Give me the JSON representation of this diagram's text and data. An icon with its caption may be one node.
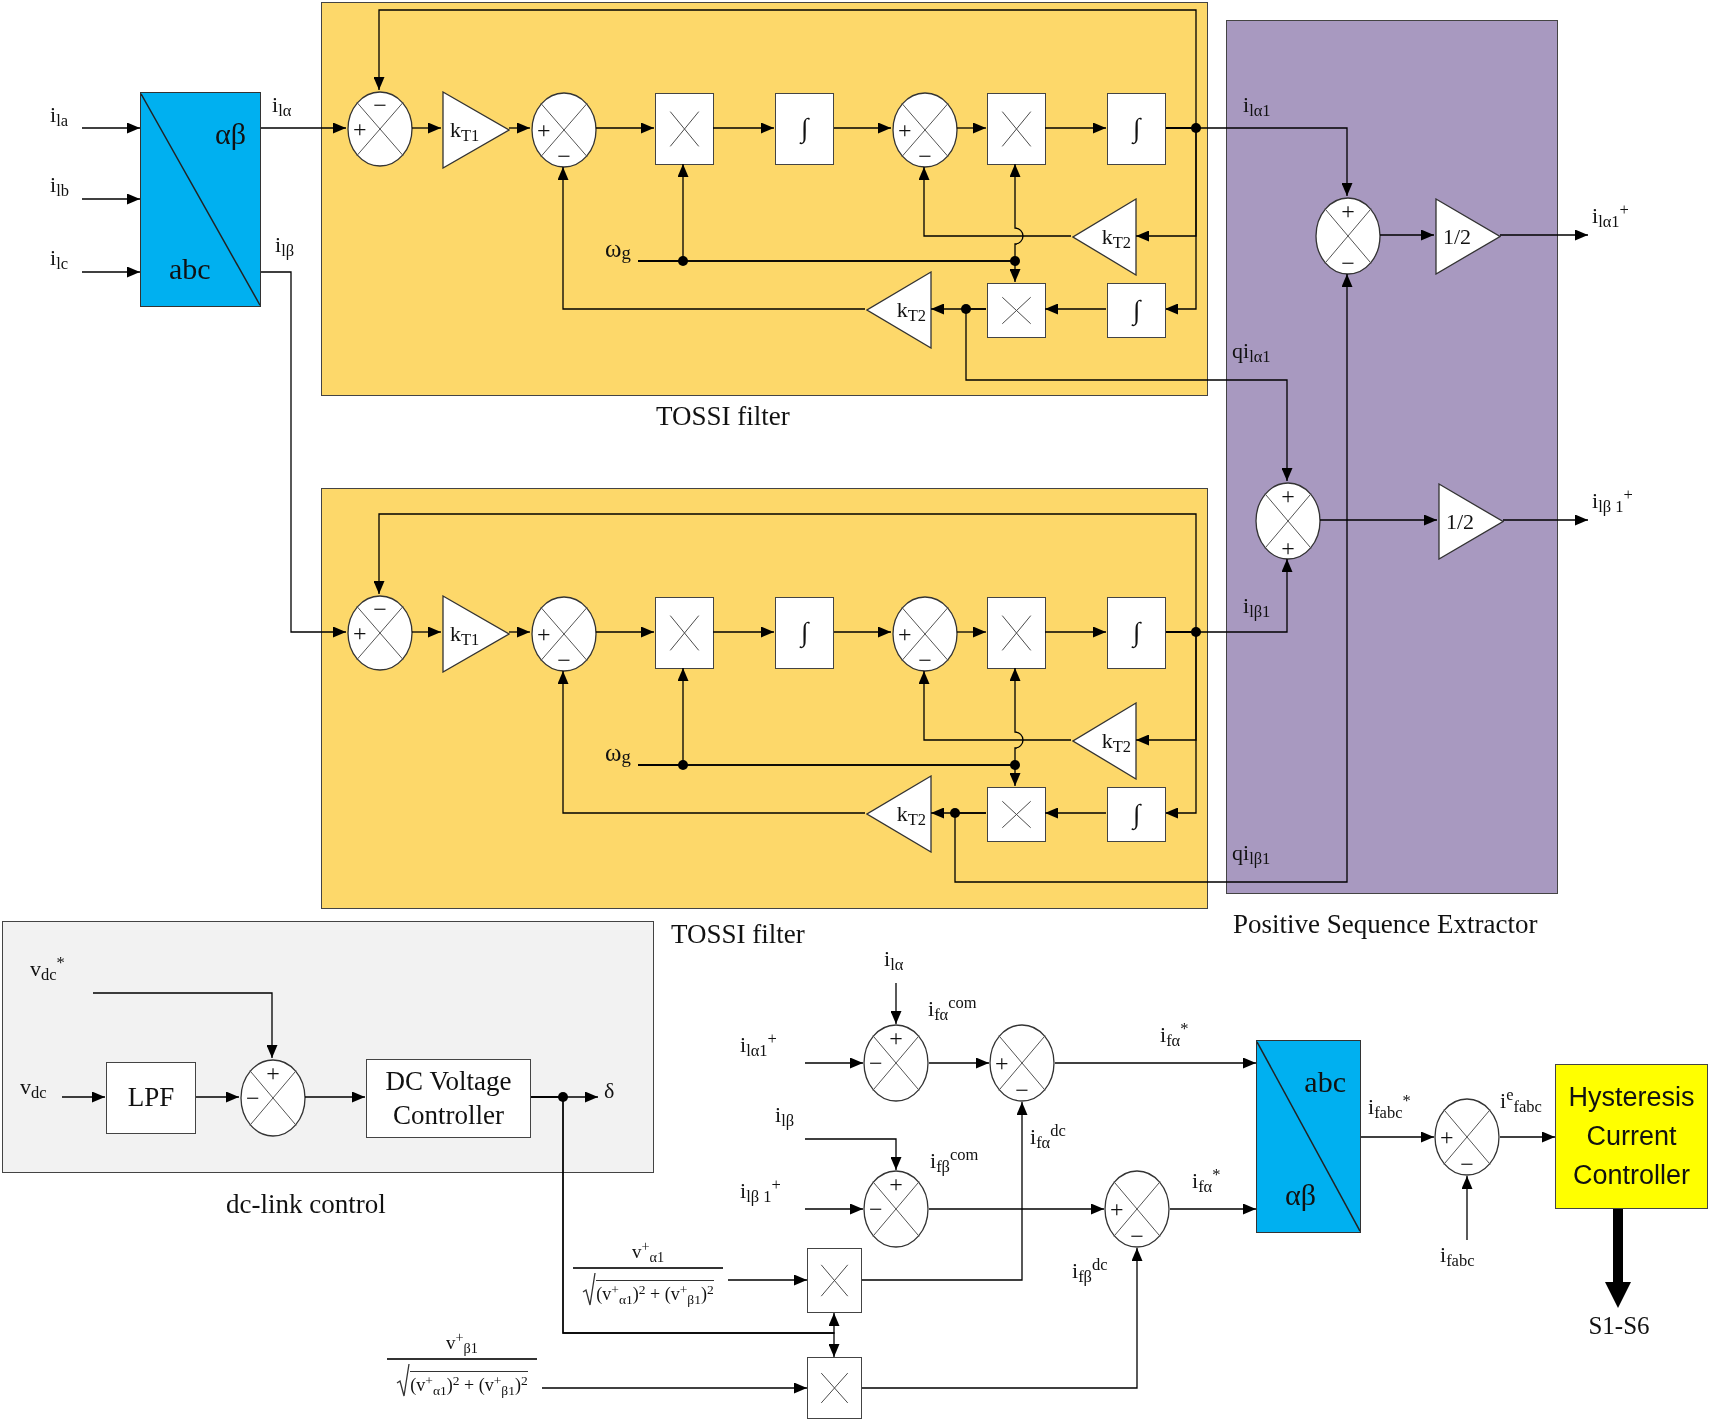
{
  "diagram": {
    "nodes": [
      {
        "text": [
          "αβ",
          "abc"
        ]
      },
      {
        "text": [
          "TOSSI filter"
        ]
      },
      {
        "text": [
          "−",
          "+"
        ],
        "in": 1
      },
      {
        "text": [
          "k$_{T1}$"
        ],
        "in": 1
      },
      {
        "text": [
          "+",
          "−"
        ],
        "in": 1
      },
      {
        "text": [],
        "shape": "box",
        "in": 1
      },
      {
        "text": [
          "∫"
        ],
        "in": 1
      },
      {
        "text": [
          "+",
          "−"
        ],
        "in": 1
      },
      {
        "text": [],
        "shape": "box",
        "in": 1
      },
      {
        "text": [
          "∫"
        ],
        "in": 1
      },
      {
        "text": [
          "ω$_{g}$"
        ],
        "in": 1
      },
      {
        "text": [
          "k$_{T2}$"
        ],
        "in": 1
      },
      {
        "text": [
          "k$_{T2}$"
        ],
        "in": 1
      },
      {
        "text": [],
        "shape": "box",
        "in": 1
      },
      {
        "text": [
          "∫"
        ],
        "in": 1
      },
      {
        "text": [
          "Positive Sequence Extractor"
        ]
      },
      {
        "text": [
          "+",
          "−"
        ],
        "in": 15
      },
      {
        "text": [
          "1/2"
        ],
        "in": 15
      },
      {
        "text": [
          "+",
          "+"
        ],
        "in": 15
      },
      {
        "text": [
          "1/2"
        ],
        "in": 15
      },
      {
        "text": [
          "TOSSI filter"
        ]
      },
      {
        "text": [
          "−",
          "+"
        ],
        "in": 20
      },
      {
        "text": [
          "k$_{T1}$"
        ],
        "in": 20
      },
      {
        "text": [
          "+",
          "−"
        ],
        "in": 20
      },
      {
        "text": [],
        "shape": "box",
        "in": 20
      },
      {
        "text": [
          "∫"
        ],
        "in": 20
      },
      {
        "text": [
          "+",
          "−"
        ],
        "in": 20
      },
      {
        "text": [],
        "shape": "box",
        "in": 20
      },
      {
        "text": [
          "∫"
        ],
        "in": 20
      },
      {
        "text": [
          "ω$_{g}$"
        ],
        "in": 20
      },
      {
        "text": [
          "k$_{T2}$"
        ],
        "in": 20
      },
      {
        "text": [
          "k$_{T2}$"
        ],
        "in": 20
      },
      {
        "text": [],
        "shape": "box",
        "in": 20
      },
      {
        "text": [
          "∫"
        ],
        "in": 20
      },
      {
        "text": [
          "dc-link control"
        ]
      },
      {
        "text": [
          "LPF"
        ],
        "in": 34
      },
      {
        "text": [
          "+",
          "−"
        ],
        "in": 34
      },
      {
        "text": [
          "DC Voltage Controller"
        ],
        "in": 34
      },
      {
        "text": [
          "+",
          "−"
        ]
      },
      {
        "text": [
          "+",
          "−"
        ]
      },
      {
        "text": [
          "+",
          "−"
        ]
      },
      {
        "text": [
          "+",
          "−"
        ]
      },
      {
        "text": [
          "v$^{+}$$_{α1}$",
          "(v$^{+}$$_{α1}$)$^{2}$ + (v$^{+}$$_{β1}$)$^{2}$"
        ]
      },
      {
        "text": [],
        "shape": "box"
      },
      {
        "text": [
          "v$^{+}$$_{β1}$",
          "(v$^{+}$$_{α1}$)$^{2}$ + (v$^{+}$$_{β1}$)$^{2}$"
        ]
      },
      {
        "text": [],
        "shape": "box"
      },
      {
        "text": [
          "abc",
          "αβ"
        ]
      },
      {
        "text": [
          "+",
          "−"
        ]
      },
      {
        "text": [
          "Hysteresis Current Controller"
        ]
      },
      {
        "text": [
          "S1-S6"
        ]
      }
    ],
    "edges": [
      {
        "from": null,
        "to": 0,
        "arrow": "to",
        "label": "i$_{la}$"
      },
      {
        "from": null,
        "to": 0,
        "arrow": "to",
        "label": "i$_{lb}$"
      },
      {
        "from": null,
        "to": 0,
        "arrow": "to",
        "label": "i$_{lc}$"
      },
      {
        "from": 0,
        "to": 2,
        "arrow": "to",
        "label": "i$_{lα}$"
      },
      {
        "from": 0,
        "to": 21,
        "arrow": "to",
        "label": "i$_{lβ}$"
      },
      {
        "from": 2,
        "to": 3,
        "arrow": "to"
      },
      {
        "from": 3,
        "to": 4,
        "arrow": "to"
      },
      {
        "from": 4,
        "to": 5,
        "arrow": "to"
      },
      {
        "from": 5,
        "to": 6,
        "arrow": "to"
      },
      {
        "from": 6,
        "to": 7,
        "arrow": "to"
      },
      {
        "from": 7,
        "to": 8,
        "arrow": "to"
      },
      {
        "from": 8,
        "to": 9,
        "arrow": "to"
      },
      {
        "from": 9,
        "to": 2,
        "arrow": "to"
      },
      {
        "from": 9,
        "to": 11,
        "arrow": "to"
      },
      {
        "from": 9,
        "to": 14,
        "arrow": "to"
      },
      {
        "from": 11,
        "to": 7,
        "arrow": "to"
      },
      {
        "from": 10,
        "to": 5,
        "arrow": "to"
      },
      {
        "from": 10,
        "to": 13,
        "arrow": "to"
      },
      {
        "from": 14,
        "to": 13,
        "arrow": "to"
      },
      {
        "from": 13,
        "to": 12,
        "arrow": "to"
      },
      {
        "from": 12,
        "to": 4,
        "arrow": "to"
      },
      {
        "from": 9,
        "to": 16,
        "arrow": "to",
        "label": "i$_{lα1}$"
      },
      {
        "from": 13,
        "to": 18,
        "arrow": "to",
        "label": "qi$_{lα1}$"
      },
      {
        "from": 21,
        "to": 22,
        "arrow": "to"
      },
      {
        "from": 22,
        "to": 23,
        "arrow": "to"
      },
      {
        "from": 23,
        "to": 24,
        "arrow": "to"
      },
      {
        "from": 24,
        "to": 25,
        "arrow": "to"
      },
      {
        "from": 25,
        "to": 26,
        "arrow": "to"
      },
      {
        "from": 26,
        "to": 27,
        "arrow": "to"
      },
      {
        "from": 27,
        "to": 28,
        "arrow": "to"
      },
      {
        "from": 28,
        "to": 21,
        "arrow": "to"
      },
      {
        "from": 28,
        "to": 30,
        "arrow": "to"
      },
      {
        "from": 28,
        "to": 33,
        "arrow": "to"
      },
      {
        "from": 30,
        "to": 26,
        "arrow": "to"
      },
      {
        "from": 29,
        "to": 24,
        "arrow": "to"
      },
      {
        "from": 29,
        "to": 32,
        "arrow": "to"
      },
      {
        "from": 33,
        "to": 32,
        "arrow": "to"
      },
      {
        "from": 32,
        "to": 31,
        "arrow": "to"
      },
      {
        "from": 31,
        "to": 23,
        "arrow": "to"
      },
      {
        "from": 28,
        "to": 18,
        "arrow": "to",
        "label": "i$_{lβ1}$"
      },
      {
        "from": 32,
        "to": 16,
        "arrow": "to",
        "label": "qi$_{lβ1}$"
      },
      {
        "from": 16,
        "to": 17,
        "arrow": "to"
      },
      {
        "from": 17,
        "to": null,
        "arrow": "to",
        "label": "i$_{lα1}$$^{+}$"
      },
      {
        "from": 18,
        "to": 19,
        "arrow": "to"
      },
      {
        "from": 19,
        "to": null,
        "arrow": "to",
        "label": "i$_{lβ 1}$$^{+}$"
      },
      {
        "from": null,
        "to": 35,
        "arrow": "to",
        "label": "v$_{dc}$"
      },
      {
        "from": null,
        "to": 36,
        "arrow": "to",
        "label": "v$_{dc}$$^{*}$"
      },
      {
        "from": 35,
        "to": 36,
        "arrow": "to"
      },
      {
        "from": 36,
        "to": 37,
        "arrow": "to"
      },
      {
        "from": 37,
        "to": null,
        "arrow": "to",
        "label": "δ"
      },
      {
        "from": 37,
        "to": 43,
        "arrow": "to"
      },
      {
        "from": 37,
        "to": 45,
        "arrow": "to"
      },
      {
        "from": null,
        "to": 38,
        "arrow": "to",
        "label": "i$_{lα}$"
      },
      {
        "from": null,
        "to": 38,
        "arrow": "to",
        "label": "i$_{lα1}$$^{+}$"
      },
      {
        "from": 38,
        "to": 39,
        "arrow": "to",
        "label": "i$_{fα}$$^{com}$"
      },
      {
        "from": 39,
        "to": 46,
        "arrow": "to",
        "label": "i$_{fα}$$^{*}$"
      },
      {
        "from": null,
        "to": 40,
        "arrow": "to",
        "label": "i$_{lβ}$"
      },
      {
        "from": null,
        "to": 40,
        "arrow": "to",
        "label": "i$_{lβ 1}$$^{+}$"
      },
      {
        "from": 40,
        "to": 41,
        "arrow": "to",
        "label": "i$_{fβ}$$^{com}$"
      },
      {
        "from": 41,
        "to": 46,
        "arrow": "to",
        "label": "i$_{fα}$$^{*}$"
      },
      {
        "from": 42,
        "to": 43,
        "arrow": "to"
      },
      {
        "from": 44,
        "to": 45,
        "arrow": "to"
      },
      {
        "from": 43,
        "to": 39,
        "arrow": "to",
        "label": "i$_{fα}$$^{dc}$"
      },
      {
        "from": 45,
        "to": 41,
        "arrow": "to",
        "label": "i$_{fβ}$$^{dc}$"
      },
      {
        "from": 46,
        "to": 47,
        "arrow": "to",
        "label": "i$_{fabc}$$^{*}$"
      },
      {
        "from": null,
        "to": 47,
        "arrow": "to",
        "label": "i$_{fabc}$"
      },
      {
        "from": 47,
        "to": 48,
        "arrow": "to",
        "label": "i$^{e}$$_{fabc}$"
      },
      {
        "from": 48,
        "to": 49,
        "arrow": "to",
        "style": "thick"
      },
      {
        "from": 10,
        "to": 8,
        "arrow": "to"
      },
      {
        "from": 29,
        "to": 27,
        "arrow": "to"
      }
    ]
  }
}
